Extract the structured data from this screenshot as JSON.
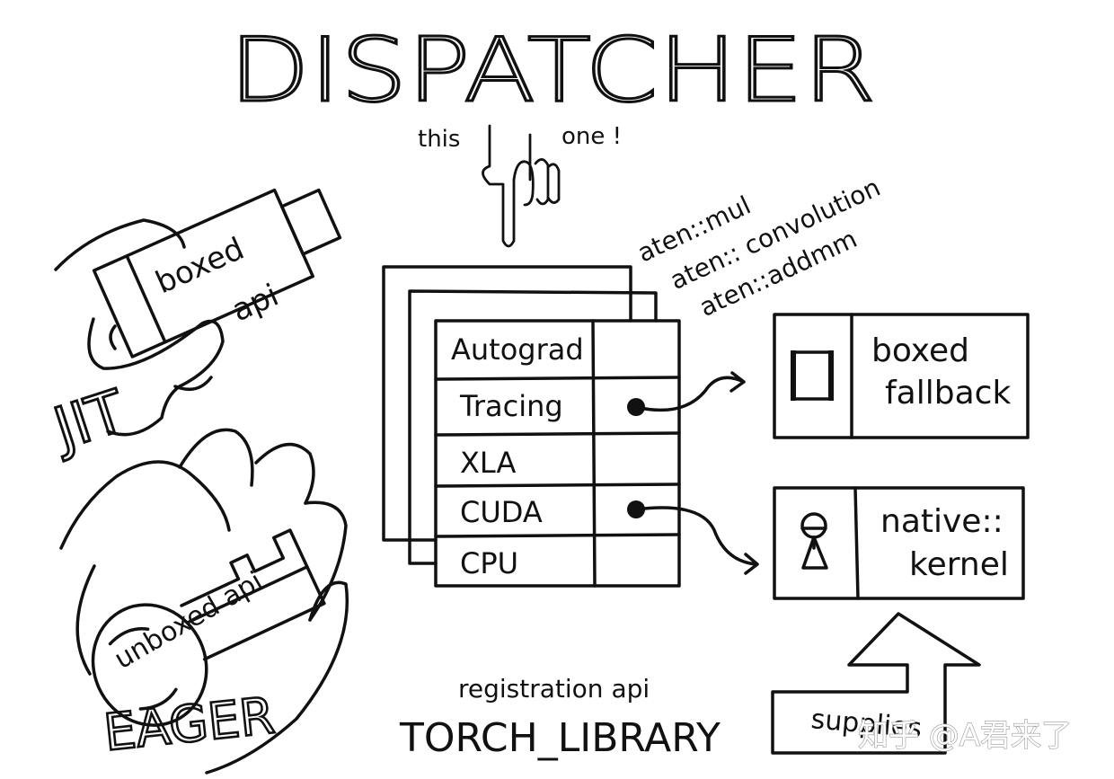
{
  "title": "DISPATCHER",
  "pointer": {
    "left": "this",
    "right": "one !"
  },
  "operators": [
    "aten::mul",
    "aten:: convolution",
    "aten::addmm"
  ],
  "dispatch_table": {
    "rows": [
      "Autograd",
      "Tracing",
      "XLA",
      "CUDA",
      "CPU"
    ],
    "filled_rows": [
      "Tracing",
      "CUDA"
    ]
  },
  "boxed_fallback": {
    "line1": "boxed",
    "line2": "fallback"
  },
  "native_kernel": {
    "line1": "native::",
    "line2": "kernel"
  },
  "jit": {
    "label": "JIT",
    "device_line1": "boxed",
    "device_line2": "api"
  },
  "eager": {
    "label": "EAGER",
    "key_text": "unboxed api"
  },
  "registration": {
    "caption": "registration api",
    "macro": "TORCH_LIBRARY"
  },
  "supplies": "supplies",
  "watermark": "知乎 @A君来了"
}
